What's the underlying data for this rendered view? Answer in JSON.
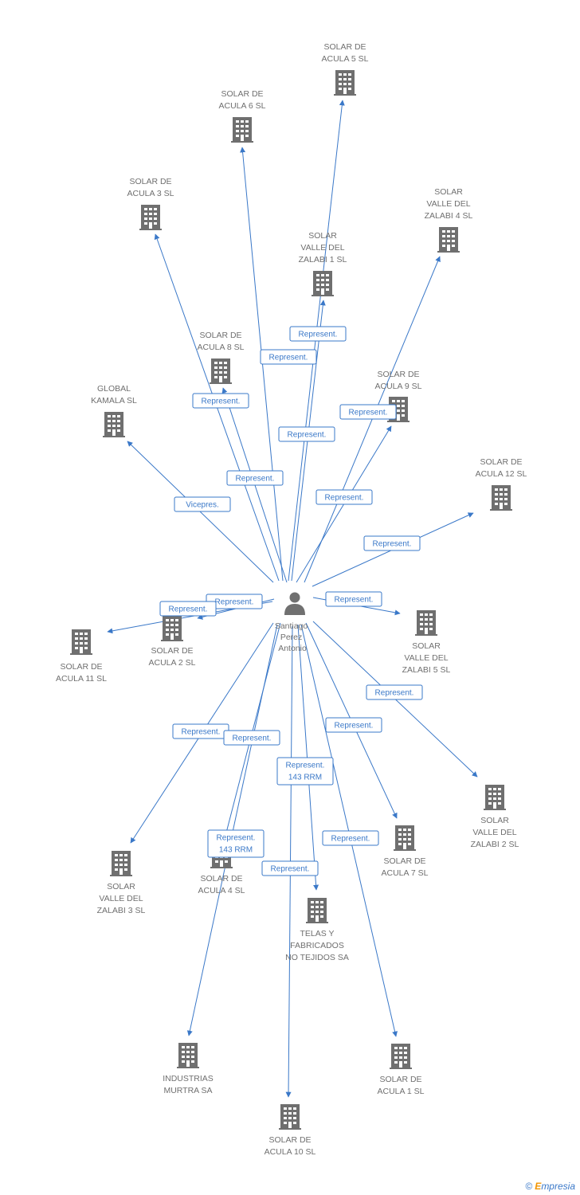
{
  "center": {
    "label": [
      "Santiago",
      "Perez",
      "Antonio"
    ]
  },
  "colors": {
    "edge": "#3a78c8",
    "building": "#6f6f6f",
    "person": "#707070"
  },
  "nodes": [
    {
      "id": "acula5",
      "label": [
        "SOLAR DE",
        "ACULA 5 SL"
      ]
    },
    {
      "id": "acula6",
      "label": [
        "SOLAR DE",
        "ACULA 6 SL"
      ]
    },
    {
      "id": "acula3",
      "label": [
        "SOLAR DE",
        "ACULA 3 SL"
      ]
    },
    {
      "id": "zalabi4",
      "label": [
        "SOLAR",
        "VALLE DEL",
        "ZALABI 4 SL"
      ]
    },
    {
      "id": "zalabi1",
      "label": [
        "SOLAR",
        "VALLE DEL",
        "ZALABI 1 SL"
      ]
    },
    {
      "id": "acula8",
      "label": [
        "SOLAR DE",
        "ACULA 8 SL"
      ]
    },
    {
      "id": "global",
      "label": [
        "GLOBAL",
        "KAMALA SL"
      ]
    },
    {
      "id": "acula9",
      "label": [
        "SOLAR DE",
        "ACULA 9 SL"
      ]
    },
    {
      "id": "acula12",
      "label": [
        "SOLAR DE",
        "ACULA 12 SL"
      ]
    },
    {
      "id": "acula2",
      "label": [
        "SOLAR DE",
        "ACULA 2 SL"
      ]
    },
    {
      "id": "acula11",
      "label": [
        "SOLAR DE",
        "ACULA 11 SL"
      ]
    },
    {
      "id": "zalabi5",
      "label": [
        "SOLAR",
        "VALLE DEL",
        "ZALABI 5 SL"
      ]
    },
    {
      "id": "zalabi2",
      "label": [
        "SOLAR",
        "VALLE DEL",
        "ZALABI 2 SL"
      ]
    },
    {
      "id": "acula7",
      "label": [
        "SOLAR DE",
        "ACULA 7 SL"
      ]
    },
    {
      "id": "zalabi3",
      "label": [
        "SOLAR",
        "VALLE DEL",
        "ZALABI 3 SL"
      ]
    },
    {
      "id": "acula4",
      "label": [
        "SOLAR DE",
        "ACULA 4 SL"
      ]
    },
    {
      "id": "telas",
      "label": [
        "TELAS Y",
        "FABRICADOS",
        "NO TEJIDOS SA"
      ]
    },
    {
      "id": "murtra",
      "label": [
        "INDUSTRIAS",
        "MURTRA SA"
      ]
    },
    {
      "id": "acula1",
      "label": [
        "SOLAR DE",
        "ACULA 1 SL"
      ]
    },
    {
      "id": "acula10",
      "label": [
        "SOLAR DE",
        "ACULA 10 SL"
      ]
    }
  ],
  "edges": [
    {
      "target": "acula5",
      "label": [
        "Represent."
      ]
    },
    {
      "target": "acula6",
      "label": [
        "Represent."
      ]
    },
    {
      "target": "acula3",
      "label": [
        "Represent."
      ]
    },
    {
      "target": "zalabi4",
      "label": [
        "Represent."
      ]
    },
    {
      "target": "zalabi1",
      "label": [
        "Represent."
      ]
    },
    {
      "target": "acula8",
      "label": [
        "Represent."
      ]
    },
    {
      "target": "global",
      "label": [
        "Vicepres."
      ]
    },
    {
      "target": "acula9",
      "label": [
        "Represent."
      ]
    },
    {
      "target": "acula12",
      "label": [
        "Represent."
      ]
    },
    {
      "target": "acula2",
      "label": [
        "Represent."
      ]
    },
    {
      "target": "acula11",
      "label": [
        "Represent."
      ]
    },
    {
      "target": "zalabi5",
      "label": [
        "Represent."
      ]
    },
    {
      "target": "zalabi2",
      "label": [
        "Represent."
      ]
    },
    {
      "target": "acula7",
      "label": [
        "Represent."
      ]
    },
    {
      "target": "zalabi3",
      "label": [
        "Represent."
      ]
    },
    {
      "target": "acula4",
      "label": [
        "Represent."
      ]
    },
    {
      "target": "telas",
      "label": [
        "Represent."
      ]
    },
    {
      "target": "murtra",
      "label": [
        "Represent.",
        "143 RRM"
      ]
    },
    {
      "target": "acula1",
      "label": [
        "Represent."
      ]
    },
    {
      "target": "acula10",
      "label": [
        "Represent.",
        "143 RRM"
      ]
    }
  ],
  "brand": {
    "copyright": "©",
    "initial": "E",
    "name": "mpresia"
  }
}
